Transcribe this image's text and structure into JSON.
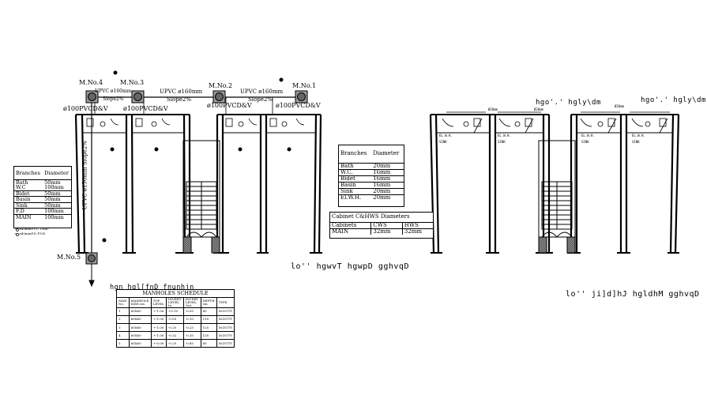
{
  "manholes": {
    "m1": "M.No.1",
    "m2": "M.No.2",
    "m3": "M.No.3",
    "m4": "M.No.4",
    "m5": "M.No.5"
  },
  "pipe_labels": {
    "upvc_160_a": "UPVC ø160mm",
    "slope_a": "Slope2%",
    "upvc_160_b": "UPVC ø160mm",
    "slope_b": "Slope2%",
    "upvc_160_c": "UPVC ø160mm",
    "slope_c": "Slope2%",
    "pvcd_a": "ø100PVCD&V",
    "pvcd_b": "ø100PVCD&V",
    "pvcd_c": "ø100PVCD&V",
    "pvcd_d": "ø100PVCD&V",
    "vertical": "UPVC ø150mm Slope2%"
  },
  "branches_table_left": {
    "headers": [
      "Branches",
      "Diameter"
    ],
    "rows": [
      [
        "Bath",
        "50mm"
      ],
      [
        "W.C",
        "100mm"
      ],
      [
        "Bidet",
        "50mm"
      ],
      [
        "Basin",
        "50mm"
      ],
      [
        "Sink",
        "50mm"
      ],
      [
        "F.D",
        "100mm"
      ],
      [
        "MAIN",
        "100mm"
      ]
    ]
  },
  "branches_table_right": {
    "headers": [
      "Branches",
      "Diameter"
    ],
    "rows": [
      [
        "Bath",
        "20mm"
      ],
      [
        "W.C.",
        "16mm"
      ],
      [
        "Bidet",
        "16mm"
      ],
      [
        "Basin",
        "16mm"
      ],
      [
        "Sink",
        "20mm"
      ],
      [
        "El.W.H.",
        "20mm"
      ]
    ]
  },
  "cabinet_table": {
    "title": "Cabinet C&HWS Diameters",
    "headers": [
      "Cabinets",
      "CWS",
      "HWS"
    ],
    "rows": [
      [
        "MAIN",
        "32mm",
        "32mm"
      ]
    ]
  },
  "manholes_schedule": {
    "title_above": "hgn hgl[fnD fnunhjn",
    "title": "MANHOLES SCHEDULE",
    "headers": [
      "MAN No.",
      "MANHOLE SIZE.cm",
      "TOP LEVEL",
      "INVERT LEVEL In",
      "INVERT LEVEL Out",
      "DEPTH cm",
      "TYPE"
    ],
    "rows": [
      [
        "1",
        "60X60",
        "+-1.00",
        "+0.10",
        "-0.05",
        "85",
        "M.DUTY"
      ],
      [
        "2",
        "60X60",
        "+-1.00",
        "-0.05",
        "-0.10",
        "110",
        "M.DUTY"
      ],
      [
        "3",
        "60X60",
        "+-1.00",
        "-0.20",
        "-0.25",
        "125",
        "M.DUTY"
      ],
      [
        "4",
        "60X60",
        "+-1.00",
        "-0.32",
        "-0.35",
        "135",
        "M.DUTY"
      ],
      [
        "5",
        "60X60",
        "+-0.00",
        "-0.20",
        "-0.85",
        "85",
        "M.DUTY"
      ]
    ]
  },
  "captions": {
    "drainage_plan": "lo'' hgwvT hgwpD gghvqD",
    "supply_plan": "lo'' ji]d]hJ hgldhM gghvqD",
    "label_top_a": "hgo'.' hgly\\dm",
    "label_top_b": "hgo'.' hgly\\dm"
  },
  "legend_notes": {
    "line1": "-o- ø40mmP.V.C TRAP",
    "line2": "-o- ø40mmF.D P.V.R"
  },
  "colors": {
    "line": "#000000",
    "manhole_fill": "#9a9a9a"
  }
}
